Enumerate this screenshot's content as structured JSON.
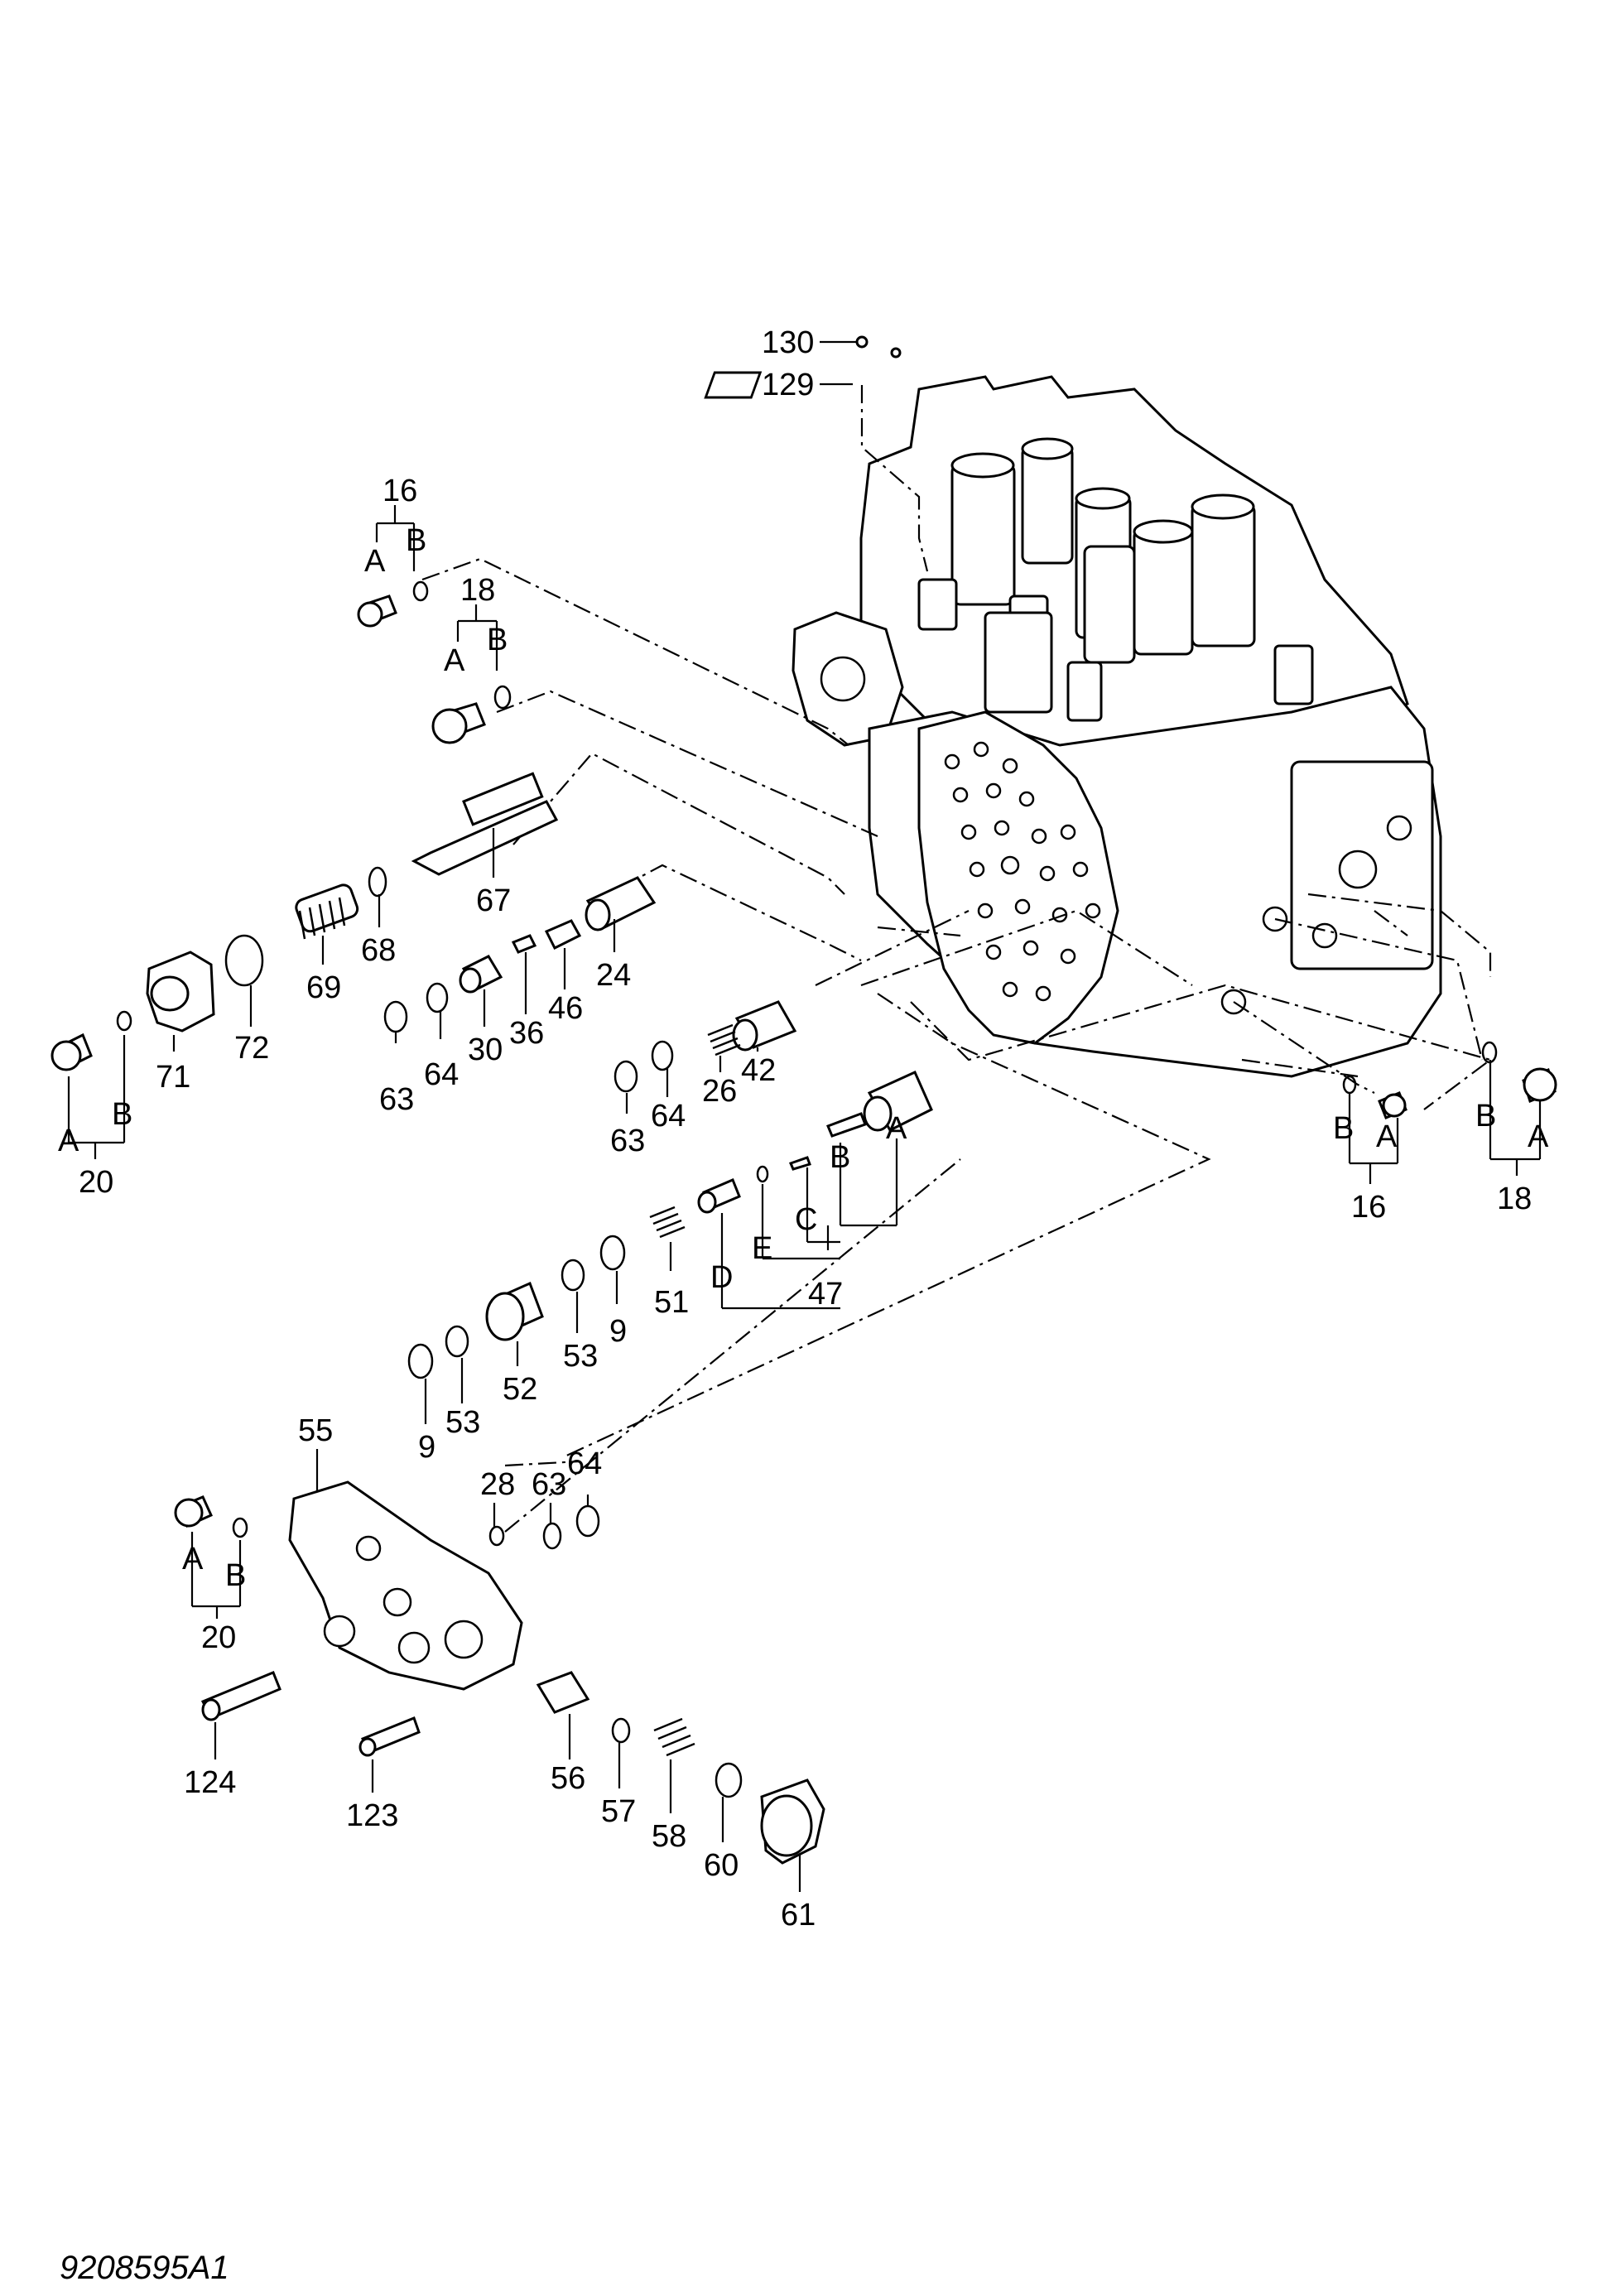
{
  "document_id": "9208595A1",
  "part_labels": [
    {
      "id": "p130",
      "text": "130"
    },
    {
      "id": "p129",
      "text": "129"
    },
    {
      "id": "p16a",
      "text": "16"
    },
    {
      "id": "p16aA",
      "text": "A"
    },
    {
      "id": "p16aB",
      "text": "B"
    },
    {
      "id": "p18a",
      "text": "18"
    },
    {
      "id": "p18aA",
      "text": "A"
    },
    {
      "id": "p18aB",
      "text": "B"
    },
    {
      "id": "p67",
      "text": "67"
    },
    {
      "id": "p24",
      "text": "24"
    },
    {
      "id": "p68",
      "text": "68"
    },
    {
      "id": "p69",
      "text": "69"
    },
    {
      "id": "p72",
      "text": "72"
    },
    {
      "id": "p71",
      "text": "71"
    },
    {
      "id": "p20a",
      "text": "20"
    },
    {
      "id": "p20aA",
      "text": "A"
    },
    {
      "id": "p20aB",
      "text": "B"
    },
    {
      "id": "p63a",
      "text": "63"
    },
    {
      "id": "p64a",
      "text": "64"
    },
    {
      "id": "p30",
      "text": "30"
    },
    {
      "id": "p36",
      "text": "36"
    },
    {
      "id": "p46",
      "text": "46"
    },
    {
      "id": "p42",
      "text": "42"
    },
    {
      "id": "p26",
      "text": "26"
    },
    {
      "id": "p64b",
      "text": "64"
    },
    {
      "id": "p63b",
      "text": "63"
    },
    {
      "id": "p47A",
      "text": "A"
    },
    {
      "id": "p47B",
      "text": "B"
    },
    {
      "id": "p47C",
      "text": "C"
    },
    {
      "id": "p47D",
      "text": "D"
    },
    {
      "id": "p47E",
      "text": "E"
    },
    {
      "id": "p47",
      "text": "47"
    },
    {
      "id": "p51",
      "text": "51"
    },
    {
      "id": "p9a",
      "text": "9"
    },
    {
      "id": "p53a",
      "text": "53"
    },
    {
      "id": "p52",
      "text": "52"
    },
    {
      "id": "p53b",
      "text": "53"
    },
    {
      "id": "p9b",
      "text": "9"
    },
    {
      "id": "p16b",
      "text": "16"
    },
    {
      "id": "p16bA",
      "text": "A"
    },
    {
      "id": "p16bB",
      "text": "B"
    },
    {
      "id": "p18b",
      "text": "18"
    },
    {
      "id": "p18bA",
      "text": "A"
    },
    {
      "id": "p18bB",
      "text": "B"
    },
    {
      "id": "p55",
      "text": "55"
    },
    {
      "id": "p28",
      "text": "28"
    },
    {
      "id": "p63c",
      "text": "63"
    },
    {
      "id": "p64c",
      "text": "64"
    },
    {
      "id": "p20b",
      "text": "20"
    },
    {
      "id": "p20bA",
      "text": "A"
    },
    {
      "id": "p20bB",
      "text": "B"
    },
    {
      "id": "p124",
      "text": "124"
    },
    {
      "id": "p123",
      "text": "123"
    },
    {
      "id": "p56",
      "text": "56"
    },
    {
      "id": "p57",
      "text": "57"
    },
    {
      "id": "p58",
      "text": "58"
    },
    {
      "id": "p60",
      "text": "60"
    },
    {
      "id": "p61",
      "text": "61"
    }
  ]
}
